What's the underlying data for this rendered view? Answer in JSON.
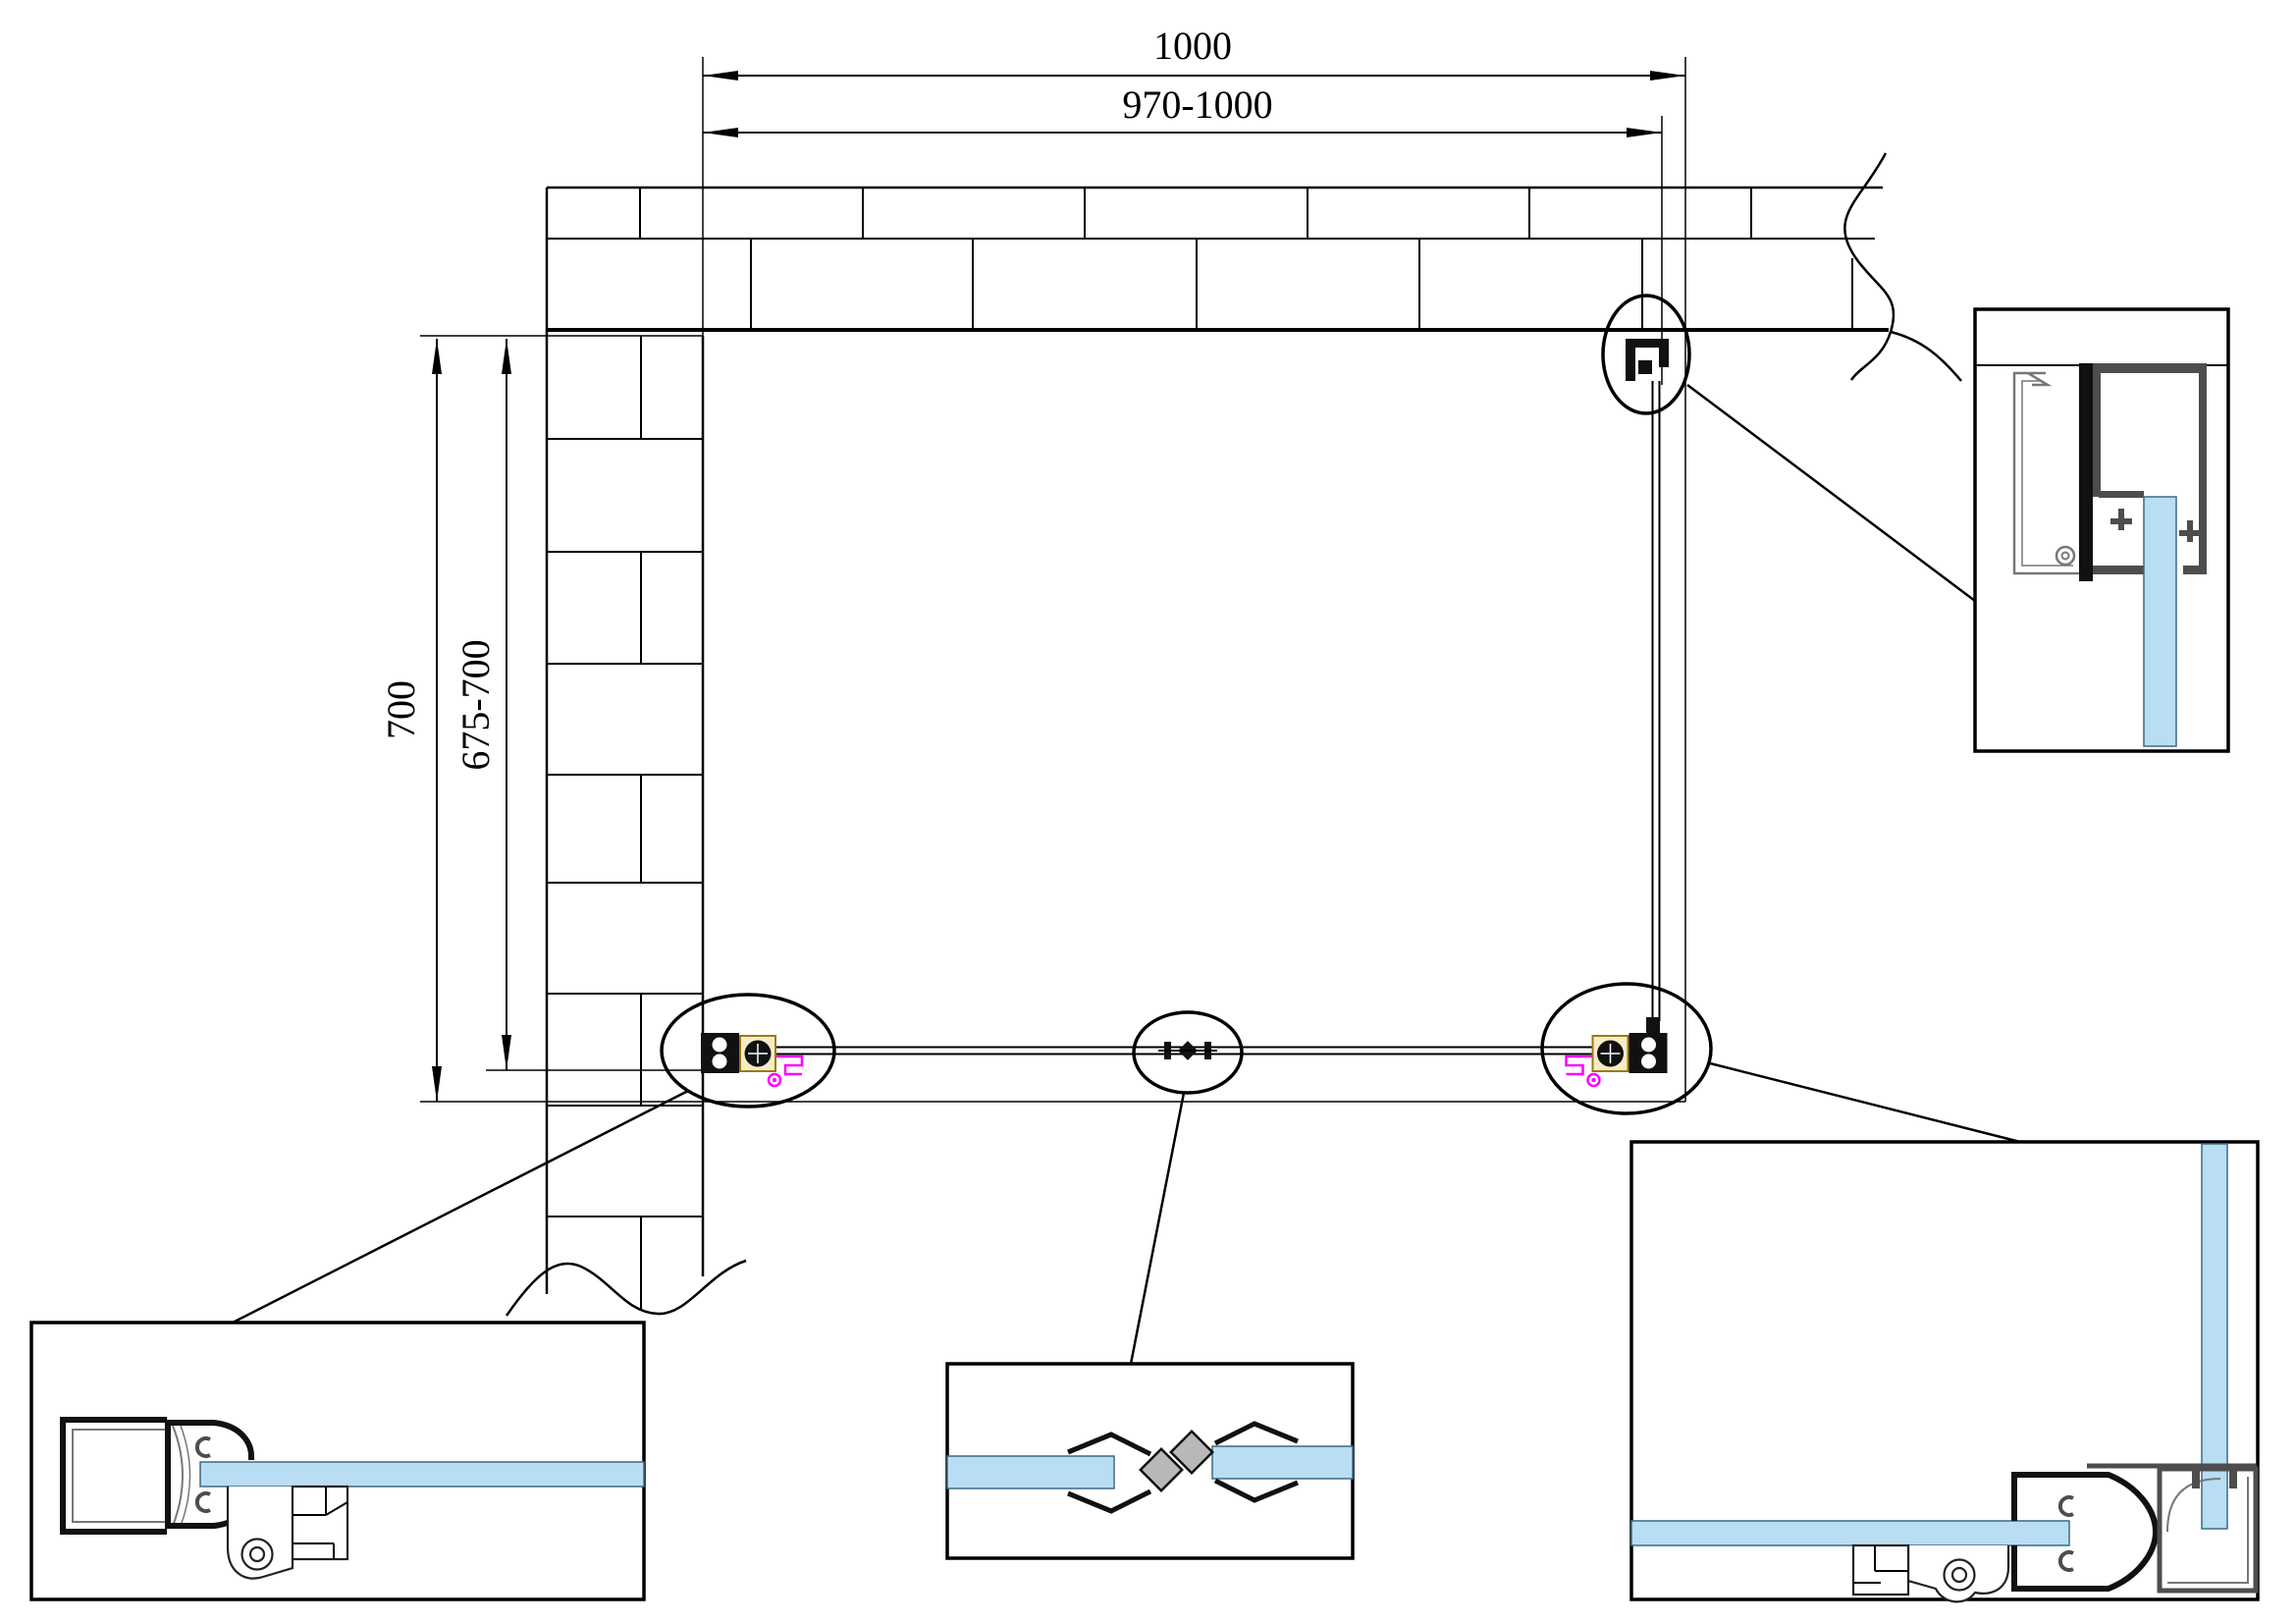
{
  "drawing": {
    "dimensions": {
      "top_outer": "1000",
      "top_inner": "970-1000",
      "left_outer": "700",
      "left_inner": "675-700"
    },
    "colors": {
      "line": "#000000",
      "background": "#ffffff",
      "glass": "#b9ddf2",
      "glass_edge": "#3a6a8a",
      "magenta": "#ff00ff",
      "hinge_fill": "#f7ecc4",
      "hinge_edge": "#9a7a14",
      "profile_dark": "#4d4d4d",
      "profile_gray": "#777777",
      "magnet_gray": "#b8b8b8"
    }
  }
}
